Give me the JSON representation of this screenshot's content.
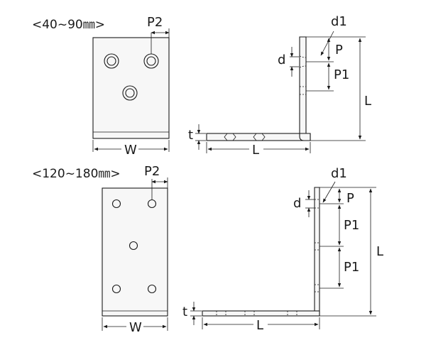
{
  "small": {
    "range_label": "<40~90㎜>",
    "labels": {
      "p2": "P2",
      "w": "W",
      "d1": "d1",
      "d": "d",
      "p": "P",
      "p1": "P1",
      "l_vertical": "L",
      "t": "t",
      "l_horizontal": "L"
    }
  },
  "large": {
    "range_label": "<120~180㎜>",
    "labels": {
      "p2": "P2",
      "w": "W",
      "d1": "d1",
      "d": "d",
      "p": "P",
      "p1_a": "P1",
      "p1_b": "P1",
      "l_vertical": "L",
      "t": "t",
      "l_horizontal": "L"
    }
  }
}
